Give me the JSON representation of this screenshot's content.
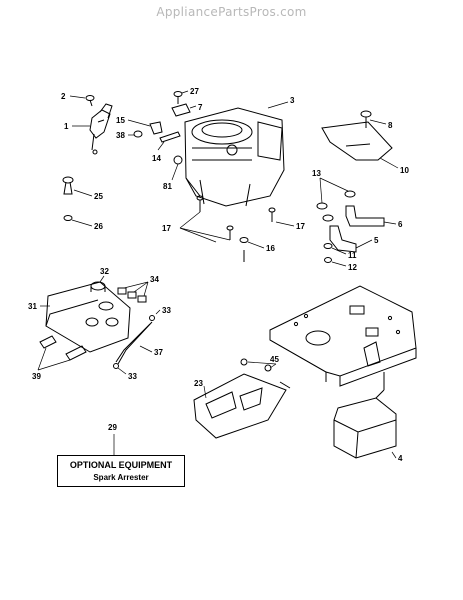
{
  "watermark": "AppliancePartsPros.com",
  "callouts": {
    "c1": "1",
    "c2": "2",
    "c3": "3",
    "c4": "4",
    "c5": "5",
    "c6": "6",
    "c7": "7",
    "c8": "8",
    "c10": "10",
    "c11": "11",
    "c12": "12",
    "c13": "13",
    "c14": "14",
    "c15": "15",
    "c16": "16",
    "c17a": "17",
    "c17b": "17",
    "c23": "23",
    "c25": "25",
    "c26": "26",
    "c27": "27",
    "c29": "29",
    "c31": "31",
    "c32": "32",
    "c33a": "33",
    "c33b": "33",
    "c34": "34",
    "c37": "37",
    "c38": "38",
    "c39": "39",
    "c45": "45",
    "c81": "81"
  },
  "optional_box": {
    "title": "OPTIONAL EQUIPMENT",
    "subtitle": "Spark Arrester"
  }
}
